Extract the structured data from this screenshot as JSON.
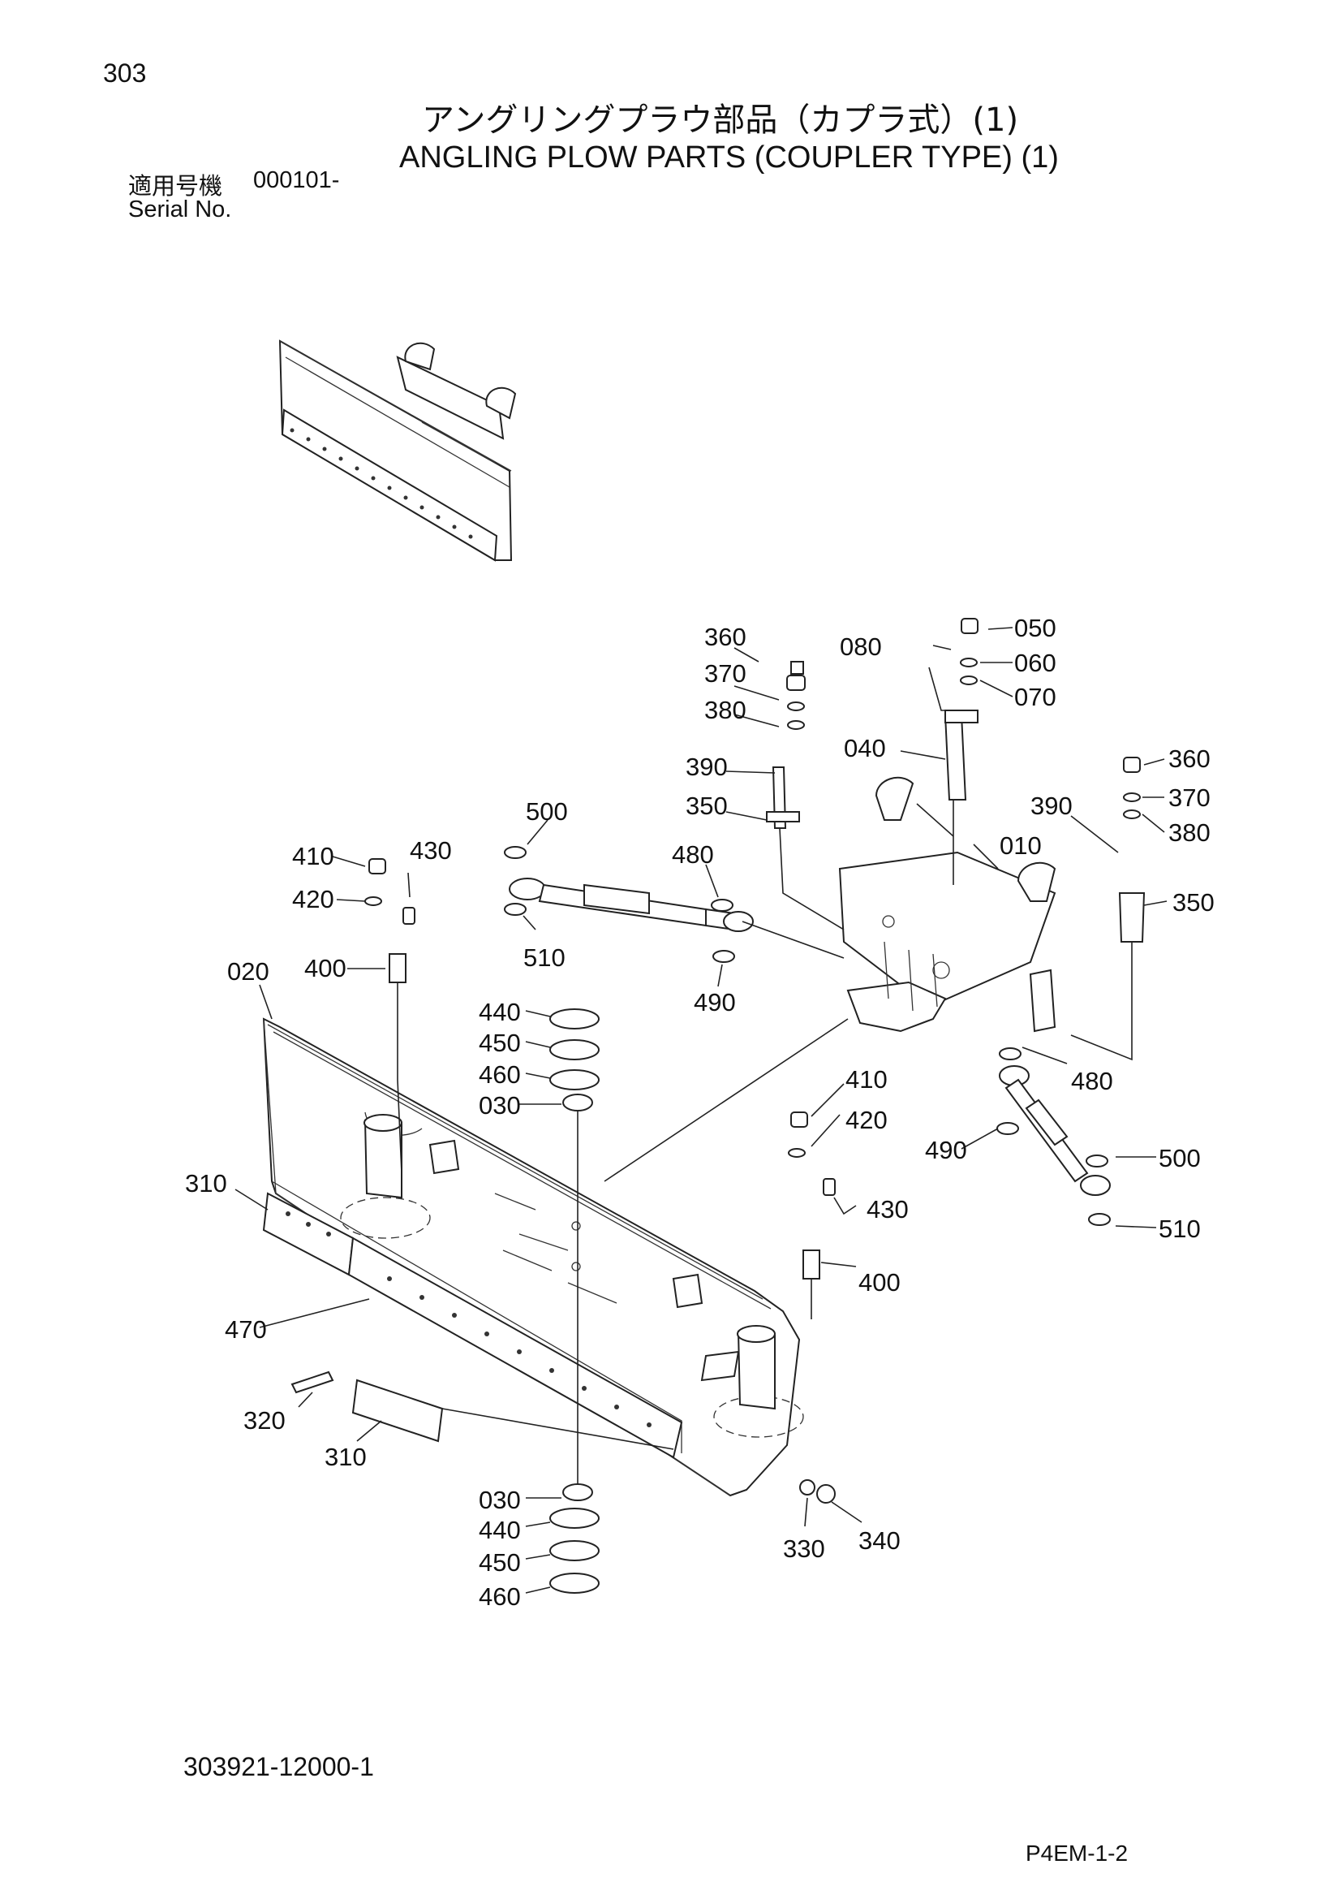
{
  "header": {
    "page_number": "303",
    "title_ja": "アングリングプラウ部品（カプラ式）(1)",
    "title_en": "ANGLING PLOW PARTS (COUPLER TYPE) (1)",
    "serial_label_ja": "適用号機",
    "serial_value": "000101-",
    "serial_label_en": "Serial No."
  },
  "footer": {
    "drawing_number": "303921-12000-1",
    "sheet_code": "P4EM-1-2"
  },
  "callouts": [
    {
      "id": "c-360a",
      "text": "360"
    },
    {
      "id": "c-370a",
      "text": "370"
    },
    {
      "id": "c-380a",
      "text": "380"
    },
    {
      "id": "c-390a",
      "text": "390"
    },
    {
      "id": "c-350a",
      "text": "350"
    },
    {
      "id": "c-080",
      "text": "080"
    },
    {
      "id": "c-050",
      "text": "050"
    },
    {
      "id": "c-060",
      "text": "060"
    },
    {
      "id": "c-070",
      "text": "070"
    },
    {
      "id": "c-040",
      "text": "040"
    },
    {
      "id": "c-360b",
      "text": "360"
    },
    {
      "id": "c-370b",
      "text": "370"
    },
    {
      "id": "c-380b",
      "text": "380"
    },
    {
      "id": "c-390b",
      "text": "390"
    },
    {
      "id": "c-350b",
      "text": "350"
    },
    {
      "id": "c-010",
      "text": "010"
    },
    {
      "id": "c-500a",
      "text": "500"
    },
    {
      "id": "c-480a",
      "text": "480"
    },
    {
      "id": "c-510a",
      "text": "510"
    },
    {
      "id": "c-490a",
      "text": "490"
    },
    {
      "id": "c-410a",
      "text": "410"
    },
    {
      "id": "c-430a",
      "text": "430"
    },
    {
      "id": "c-420a",
      "text": "420"
    },
    {
      "id": "c-400a",
      "text": "400"
    },
    {
      "id": "c-020",
      "text": "020"
    },
    {
      "id": "c-440a",
      "text": "440"
    },
    {
      "id": "c-450a",
      "text": "450"
    },
    {
      "id": "c-460a",
      "text": "460"
    },
    {
      "id": "c-030a",
      "text": "030"
    },
    {
      "id": "c-480b",
      "text": "480"
    },
    {
      "id": "c-410b",
      "text": "410"
    },
    {
      "id": "c-420b",
      "text": "420"
    },
    {
      "id": "c-490b",
      "text": "490"
    },
    {
      "id": "c-500b",
      "text": "500"
    },
    {
      "id": "c-430b",
      "text": "430"
    },
    {
      "id": "c-510b",
      "text": "510"
    },
    {
      "id": "c-400b",
      "text": "400"
    },
    {
      "id": "c-310a",
      "text": "310"
    },
    {
      "id": "c-470",
      "text": "470"
    },
    {
      "id": "c-320",
      "text": "320"
    },
    {
      "id": "c-310b",
      "text": "310"
    },
    {
      "id": "c-030b",
      "text": "030"
    },
    {
      "id": "c-440b",
      "text": "440"
    },
    {
      "id": "c-450b",
      "text": "450"
    },
    {
      "id": "c-460b",
      "text": "460"
    },
    {
      "id": "c-330",
      "text": "330"
    },
    {
      "id": "c-340",
      "text": "340"
    }
  ]
}
